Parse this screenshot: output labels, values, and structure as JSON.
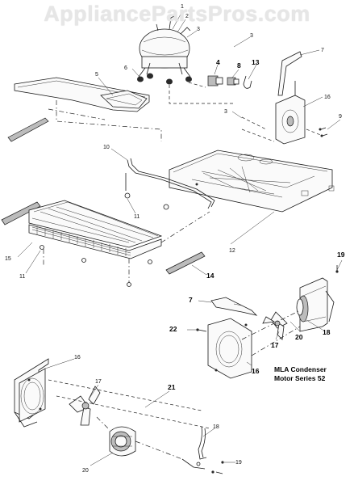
{
  "watermark": "AppliancePartsPros.com",
  "callouts": {
    "c1": "1",
    "c2": "2",
    "c3a": "3",
    "c3b": "3",
    "c4": "4",
    "c5": "5",
    "c6": "6",
    "c7a": "7",
    "c7b": "7",
    "c8": "8",
    "c9": "9",
    "c10": "10",
    "c11a": "11",
    "c11b": "11",
    "c12": "12",
    "c13": "13",
    "c14": "14",
    "c15": "15",
    "c16a": "16",
    "c16b": "16",
    "c16c": "16",
    "c17a": "17",
    "c17b": "17",
    "c18a": "18",
    "c18b": "18",
    "c19a": "19",
    "c19b": "19",
    "c20a": "20",
    "c20b": "20",
    "c21": "21",
    "c22": "22"
  },
  "note": {
    "line1": "MLA Condenser",
    "line2": "Motor Series 52"
  }
}
